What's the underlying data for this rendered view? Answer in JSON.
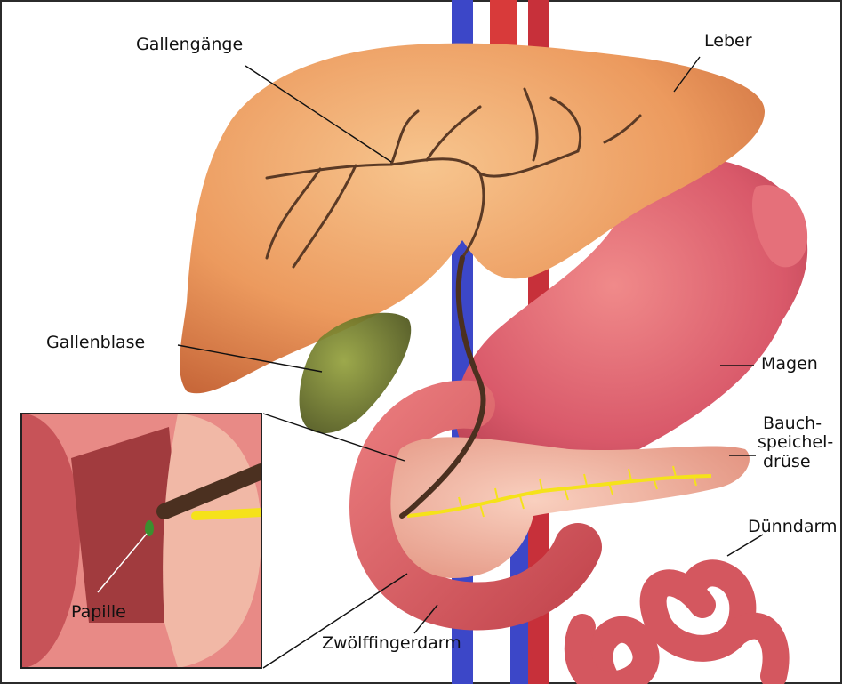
{
  "labels": {
    "gallengaenge": "Gallengänge",
    "leber": "Leber",
    "gallenblase": "Gallenblase",
    "magen": "Magen",
    "bauch_l1": "Bauch-",
    "bauch_l2": "speichel-",
    "bauch_l3": "drüse",
    "duenndarm": "Dünndarm",
    "papille": "Papille",
    "zwoelffingerdarm": "Zwölffingerdarm"
  },
  "colors": {
    "liver": "#ec9a5e",
    "gallbladder": "#6f7a2c",
    "stomach": "#d9596a",
    "pancreas": "#f0a48e",
    "duct": "#f5e21a",
    "vein": "#3c47c8",
    "artery": "#d83a3a",
    "intestine": "#d4575f"
  }
}
